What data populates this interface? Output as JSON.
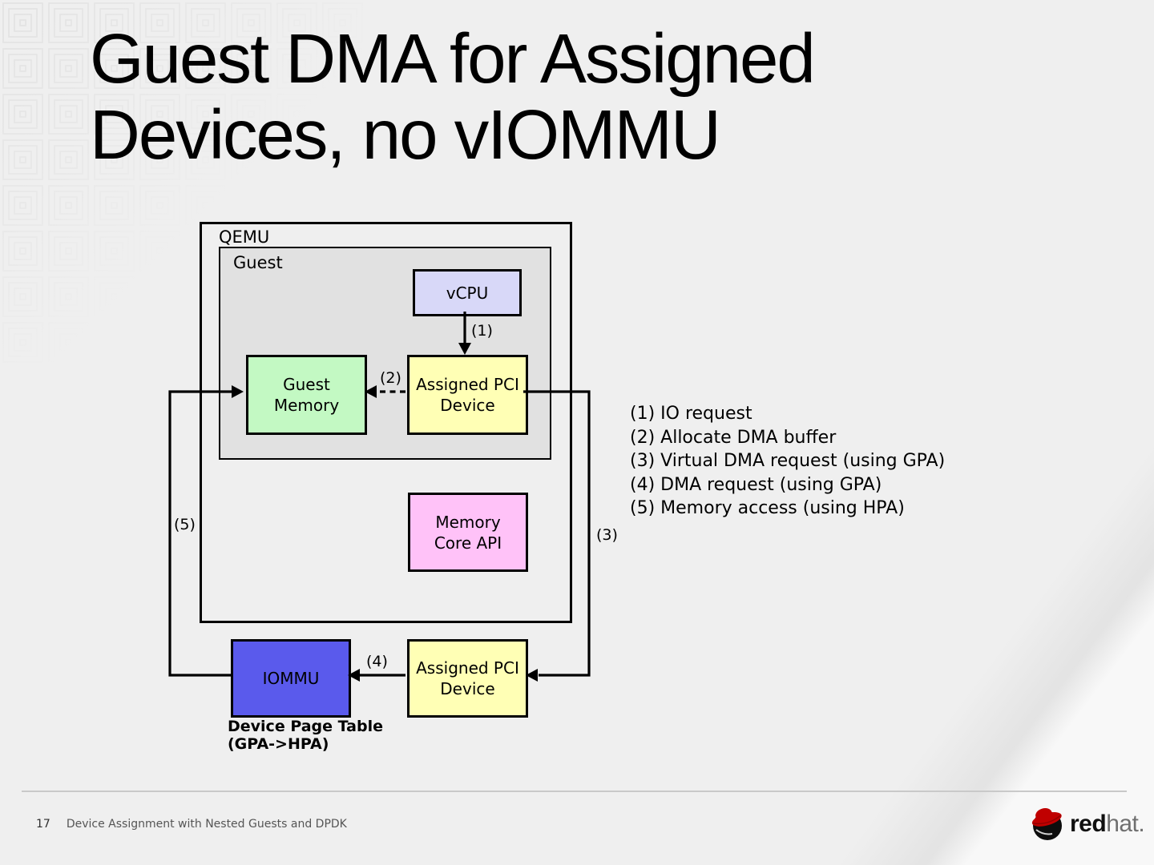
{
  "slide": {
    "title_lines": [
      "Guest DMA for Assigned",
      "Devices, no vIOMMU"
    ],
    "footer": {
      "page_number": "17",
      "text": "Device Assignment with Nested Guests and DPDK"
    },
    "logo": {
      "brand_bold": "red",
      "brand_rest": "hat."
    }
  },
  "diagram": {
    "qemu_label": "QEMU",
    "guest_label": "Guest",
    "boxes": {
      "vcpu": "vCPU",
      "guest_memory": "Guest\nMemory",
      "assigned_pci_top": "Assigned PCI\nDevice",
      "memory_core_api": "Memory\nCore API",
      "iommu": "IOMMU",
      "assigned_pci_bottom": "Assigned PCI\nDevice"
    },
    "colors": {
      "vcpu": "#d8d8f8",
      "guest_memory": "#c3f9c3",
      "assigned_pci": "#ffffb5",
      "memory_core_api": "#ffc2f8",
      "iommu": "#5a5aec",
      "guest_bg": "#e1e1e1",
      "border": "#000000"
    },
    "arrow_labels": {
      "a1": "(1)",
      "a2": "(2)",
      "a3": "(3)",
      "a4": "(4)",
      "a5": "(5)"
    },
    "caption": "Device Page Table\n(GPA->HPA)"
  },
  "legend": {
    "items": [
      "(1) IO request",
      "(2) Allocate DMA buffer",
      "(3) Virtual DMA request (using GPA)",
      "(4) DMA request (using GPA)",
      "(5) Memory access (using HPA)"
    ]
  }
}
